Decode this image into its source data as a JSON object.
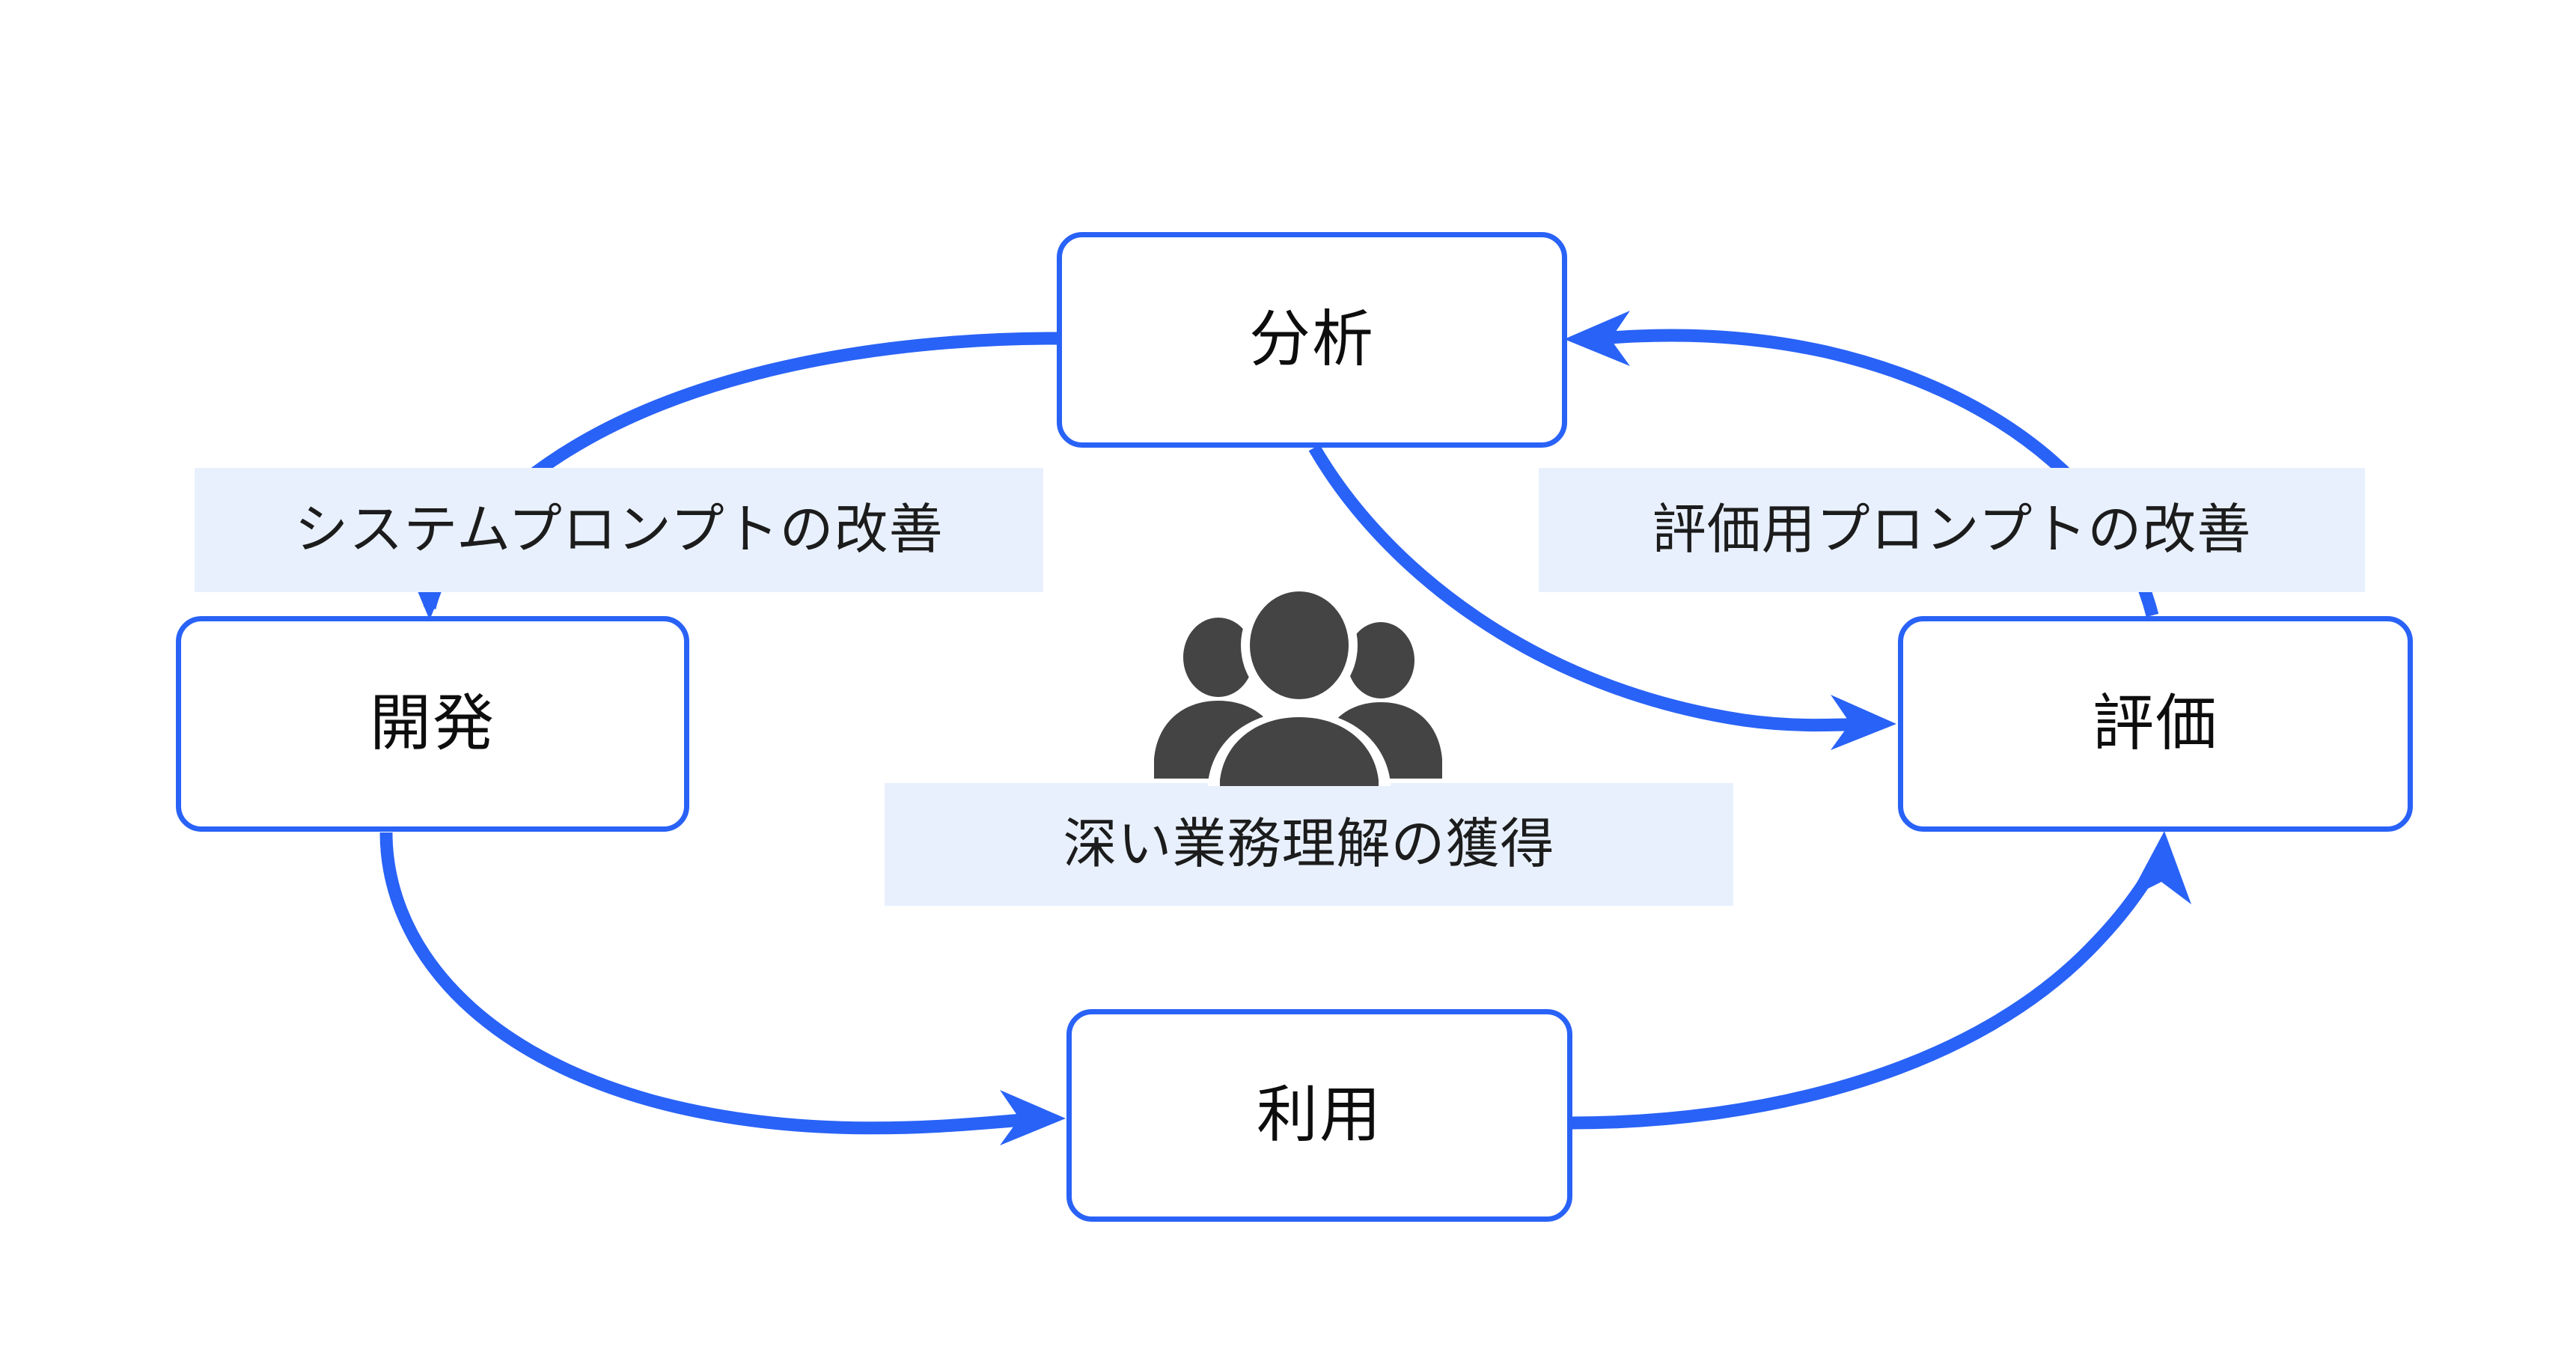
{
  "diagram": {
    "type": "cycle-flowchart",
    "background_color": "#ffffff",
    "accent_color": "#2962f6",
    "label_background_color": "#e8f0fe",
    "icon_color": "#444444",
    "nodes": [
      {
        "id": "analysis",
        "label": "分析",
        "position": "top"
      },
      {
        "id": "development",
        "label": "開発",
        "position": "left"
      },
      {
        "id": "evaluation",
        "label": "評価",
        "position": "right"
      },
      {
        "id": "usage",
        "label": "利用",
        "position": "bottom"
      }
    ],
    "edge_labels": [
      {
        "id": "system-prompt-improvement",
        "text": "システムプロンプトの改善",
        "position": "left"
      },
      {
        "id": "evaluation-prompt-improvement",
        "text": "評価用プロンプトの改善",
        "position": "right"
      },
      {
        "id": "deep-business-understanding",
        "text": "深い業務理解の獲得",
        "position": "center"
      }
    ],
    "edges": [
      {
        "from": "analysis",
        "to": "development",
        "label": "システムプロンプトの改善"
      },
      {
        "from": "analysis",
        "to": "evaluation",
        "label": "評価用プロンプトの改善"
      },
      {
        "from": "development",
        "to": "usage",
        "label": ""
      },
      {
        "from": "usage",
        "to": "evaluation",
        "label": ""
      },
      {
        "from": "evaluation",
        "to": "analysis",
        "label": ""
      }
    ],
    "center_icon": {
      "name": "people-group-icon",
      "description": "three person silhouettes"
    }
  }
}
